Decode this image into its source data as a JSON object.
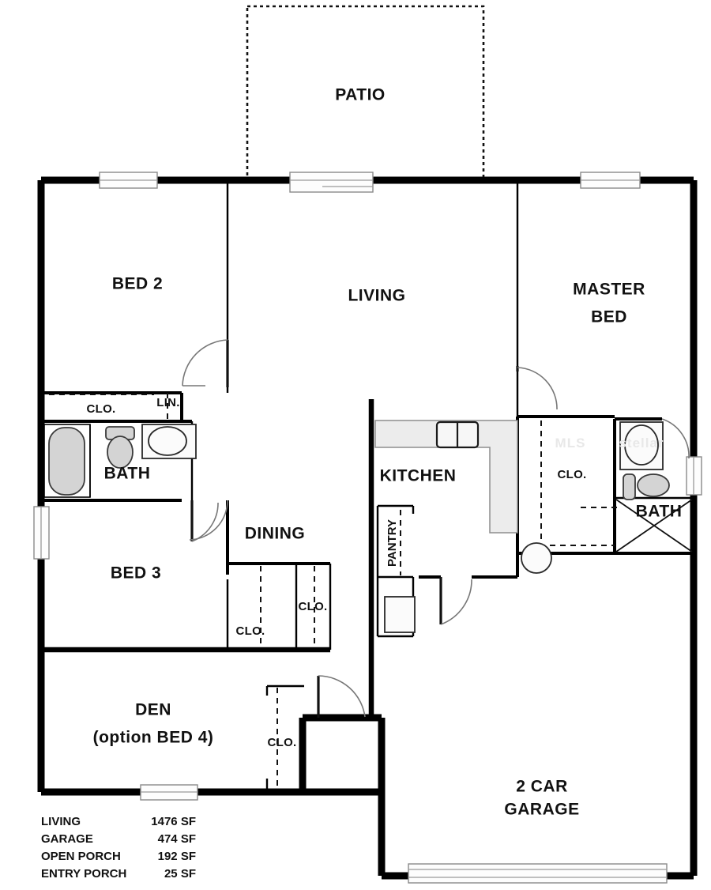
{
  "document": {
    "type": "residential-floor-plan",
    "title": "Single Story Home Floor Plan"
  },
  "rooms": {
    "patio": "PATIO",
    "bed2": "BED 2",
    "living": "LIVING",
    "master_bed_line1": "MASTER",
    "master_bed_line2": "BED",
    "bath_hall": "BATH",
    "bath_master": "BATH",
    "kitchen": "KITCHEN",
    "dining": "DINING",
    "bed3": "BED 3",
    "den_line1": "DEN",
    "den_line2": "(option BED 4)",
    "garage_line1": "2 CAR",
    "garage_line2": "GARAGE",
    "pantry": "PANTRY"
  },
  "closets": {
    "hall_closet": "CLO.",
    "linen": "LIN.",
    "bed3_closet": "CLO.",
    "dining_closet": "CLO.",
    "den_closet": "CLO.",
    "master_closet": "CLO."
  },
  "legend": {
    "rows": [
      {
        "label": "LIVING",
        "value": "1476 SF"
      },
      {
        "label": "GARAGE",
        "value": "474 SF"
      },
      {
        "label": "OPEN PORCH",
        "value": "192 SF"
      },
      {
        "label": "ENTRY PORCH",
        "value": "25 SF"
      }
    ]
  },
  "colors": {
    "wall": "#000000",
    "fixture_fill": "#d4d4d4",
    "counter_fill": "#ececec",
    "background": "#ffffff",
    "text": "#111111"
  },
  "fixtures": {
    "bathtub": "bathtub",
    "toilet_hall": "toilet",
    "vanity_hall": "vanity-sink",
    "vanity_master": "vanity-sink",
    "toilet_master": "toilet",
    "shower_master": "shower",
    "kitchen_sink": "double-sink",
    "water_heater": "water-heater",
    "dining_table": "round-table"
  }
}
